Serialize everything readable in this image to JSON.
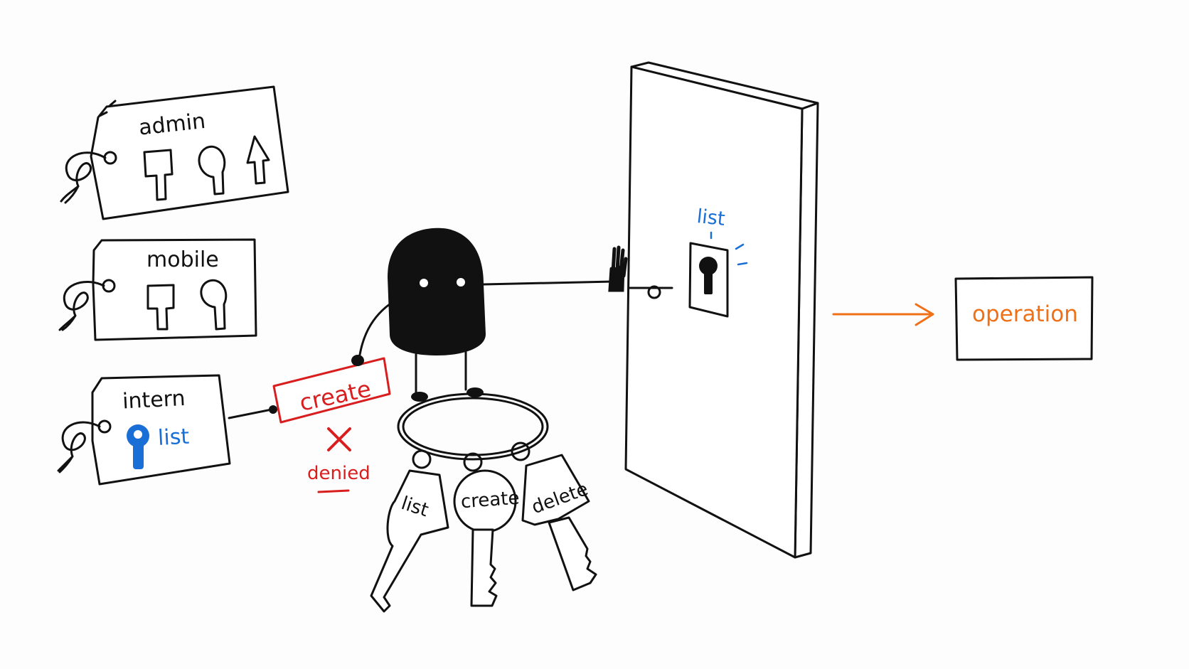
{
  "colors": {
    "ink": "#111111",
    "allowed": "#1a6fd6",
    "denied": "#d81e1e",
    "operation": "#f07018"
  },
  "tags": {
    "admin": {
      "label": "admin"
    },
    "mobile": {
      "label": "mobile"
    },
    "intern": {
      "label": "intern",
      "permission": "list"
    }
  },
  "request": {
    "label": "create",
    "status": "denied"
  },
  "keyring": {
    "keys": [
      "list",
      "create",
      "delete"
    ]
  },
  "door": {
    "keyhole_label": "list"
  },
  "target": {
    "label": "operation"
  }
}
